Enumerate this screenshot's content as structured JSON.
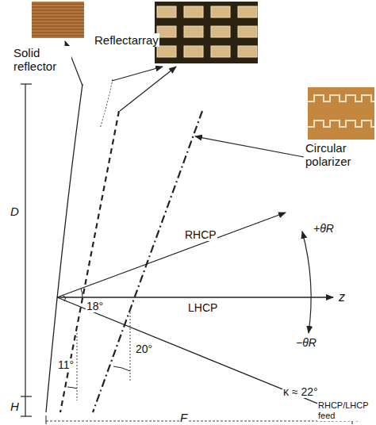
{
  "diagram": {
    "labels": [
      "Reflectarray",
      "Solid reflector",
      "Circular polarizer",
      "D",
      "+θR",
      "RHCP",
      "LHCP",
      "z",
      "18°",
      "−θR",
      "11°",
      "20°",
      "H",
      "κ ≈ 22°",
      "RHCP/LHCP feed",
      "F"
    ]
  }
}
